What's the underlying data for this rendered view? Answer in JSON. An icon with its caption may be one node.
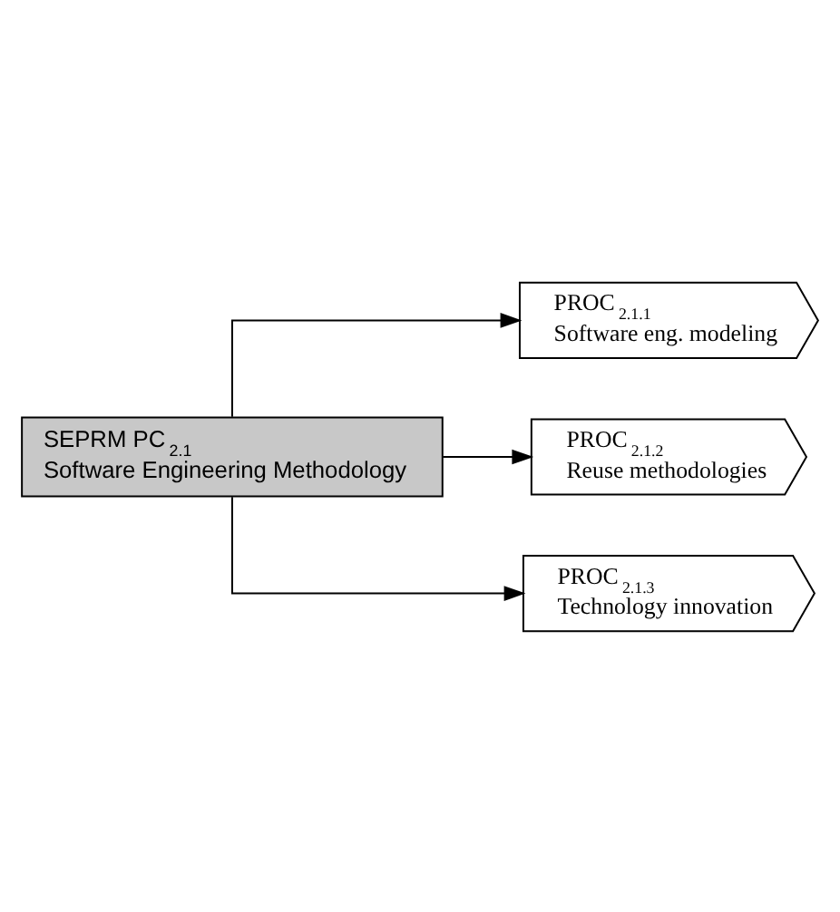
{
  "diagram": {
    "nodes": [
      {
        "text": [
          "SEPRM PC$_{2.1}$",
          "Software Engineering Methodology"
        ]
      },
      {
        "text": [
          "PROC$_{2.1.1}$",
          "Software eng. modeling"
        ]
      },
      {
        "text": [
          "PROC$_{2.1.2}$",
          "Reuse methodologies"
        ]
      },
      {
        "text": [
          "PROC$_{2.1.3}$",
          "Technology innovation"
        ]
      }
    ],
    "edges": [
      {
        "from": 0,
        "to": 1,
        "arrow": "to"
      },
      {
        "from": 0,
        "to": 2,
        "arrow": "to"
      },
      {
        "from": 0,
        "to": 3,
        "arrow": "to"
      }
    ]
  }
}
